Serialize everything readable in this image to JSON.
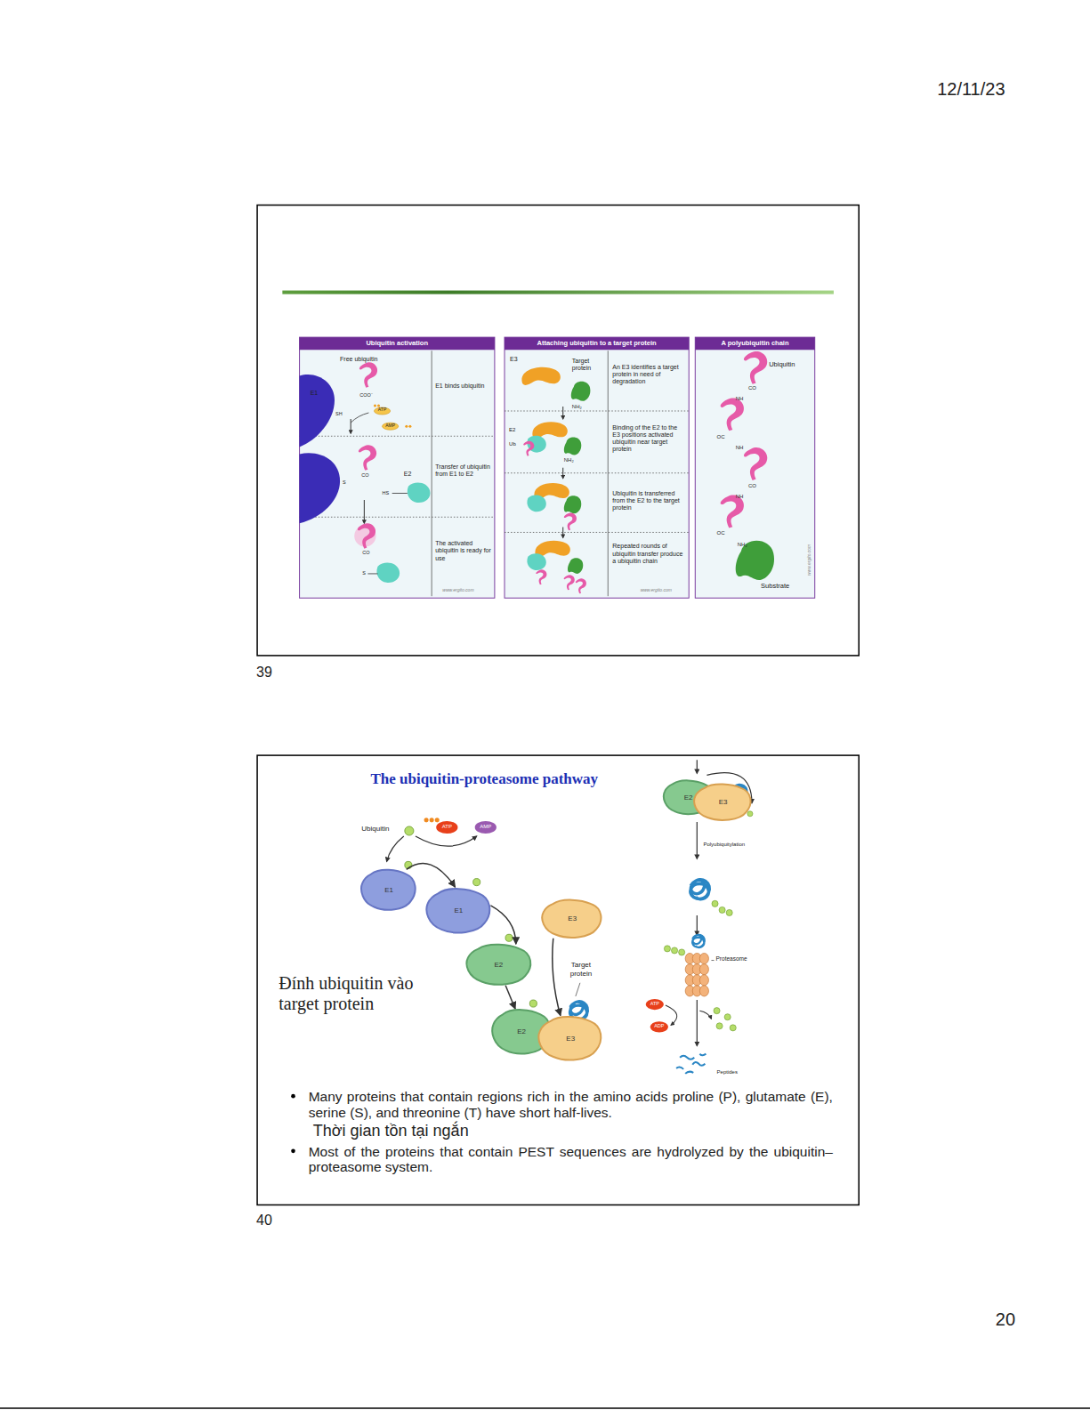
{
  "diagram": {
    "title": "The ubiquitin-proteasome pathway",
    "nodes": [
      {
        "text": [
          "Ubiquitin activation",
          "E1 binds ubiquitin",
          "Transfer of ubiquitin from E1 to E2",
          "The activated ubiquitin is ready for use"
        ]
      },
      {
        "text": [
          "Attaching ubiquitin to a target protein",
          "An E3 identifies a target protein in need of degradation",
          "Binding of the E2 to the E3 positions activated ubiquitin near target protein",
          "Ubiquitin is transferred from the E2 to the target protein",
          "Repeated rounds of ubiquitin transfer produce a ubiquitin chain"
        ]
      },
      {
        "text": [
          "A polyubiquitin chain"
        ]
      },
      {
        "text": [
          "E1"
        ]
      },
      {
        "text": [
          "E1"
        ]
      },
      {
        "text": [
          "E3"
        ]
      },
      {
        "text": [
          "E2"
        ]
      },
      {
        "text": [
          "E2"
        ]
      },
      {
        "text": [
          "E3"
        ]
      },
      {
        "text": [
          "E2"
        ]
      },
      {
        "text": [
          "E3"
        ]
      }
    ],
    "edges": [
      {
        "from": 3,
        "to": 4,
        "arrow": "to"
      },
      {
        "from": 4,
        "to": 6,
        "arrow": "to"
      },
      {
        "from": 6,
        "to": 7,
        "arrow": "to"
      },
      {
        "from": 5,
        "to": 8,
        "arrow": "to"
      }
    ],
    "labels": [
      "12/11/23",
      "39",
      "40",
      "20",
      "Free ubiquitin",
      "E1",
      "SH",
      "COO⁻",
      "ATP",
      "AMP",
      "CO",
      "S",
      "E2",
      "HS",
      "CO",
      "S",
      "www.ergito.com",
      "E3",
      "Target protein",
      "NH₂",
      "E2",
      "Ub",
      "NH₂",
      "www.ergito.com",
      "Ubiquitin",
      "CO",
      "NH",
      "OC",
      "NH",
      "CO",
      "NH",
      "OC",
      "NH₂",
      "Substrate",
      "www.ergito.com",
      "Ubiquitin",
      "ATP",
      "AMP",
      "Target protein",
      "Polyubiquitylation",
      "Proteasome",
      "ATP",
      "ADP",
      "Peptides",
      "Đính ubiquitin vào target protein",
      "Many proteins that contain regions rich in the amino acids proline (P), glutamate (E), serine (S), and threonine (T) have short half-lives.",
      "Thời gian tồn tại ngắn",
      "Most of the proteins that contain PEST sequences are hydrolyzed by the ubiquitin–proteasome system."
    ]
  }
}
